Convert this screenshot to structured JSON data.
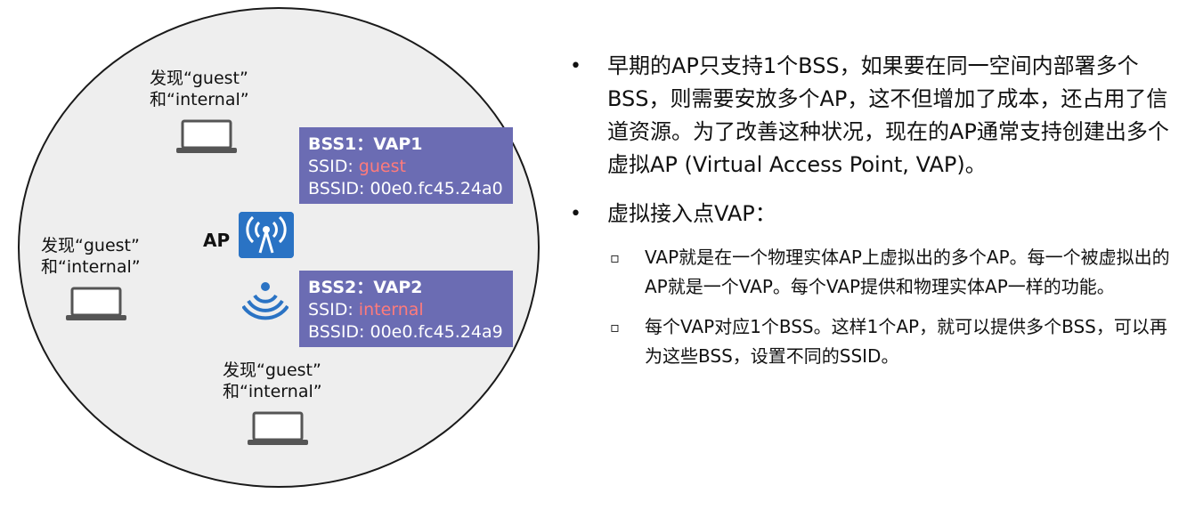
{
  "diagram": {
    "clients": [
      {
        "line1": "发现“guest”",
        "line2": "和“internal”"
      },
      {
        "line1": "发现“guest”",
        "line2": "和“internal”"
      },
      {
        "line1": "发现“guest”",
        "line2": "和“internal”"
      }
    ],
    "ap_label": "AP",
    "bss1": {
      "title": "BSS1：VAP1",
      "ssid_prefix": "SSID: ",
      "ssid_value": "guest",
      "bssid": "BSSID: 00e0.fc45.24a0"
    },
    "bss2": {
      "title": "BSS2：VAP2",
      "ssid_prefix": "SSID: ",
      "ssid_value": "internal",
      "bssid": "BSSID: 00e0.fc45.24a9"
    },
    "colors": {
      "bss_box": "#6b6cb3",
      "ssid_highlight": "#ff7b7b",
      "ap_icon": "#2a73c4",
      "circle_fill": "#eeeeee"
    }
  },
  "text": {
    "bullet1": "早期的AP只支持1个BSS，如果要在同一空间内部署多个BSS，则需要安放多个AP，这不但增加了成本，还占用了信道资源。为了改善这种状况，现在的AP通常支持创建出多个虚拟AP (Virtual Access Point, VAP)。",
    "bullet2": "虚拟接入点VAP：",
    "sub1": "VAP就是在一个物理实体AP上虚拟出的多个AP。每一个被虚拟出的AP就是一个VAP。每个VAP提供和物理实体AP一样的功能。",
    "sub2": "每个VAP对应1个BSS。这样1个AP，就可以提供多个BSS，可以再为这些BSS，设置不同的SSID。"
  }
}
